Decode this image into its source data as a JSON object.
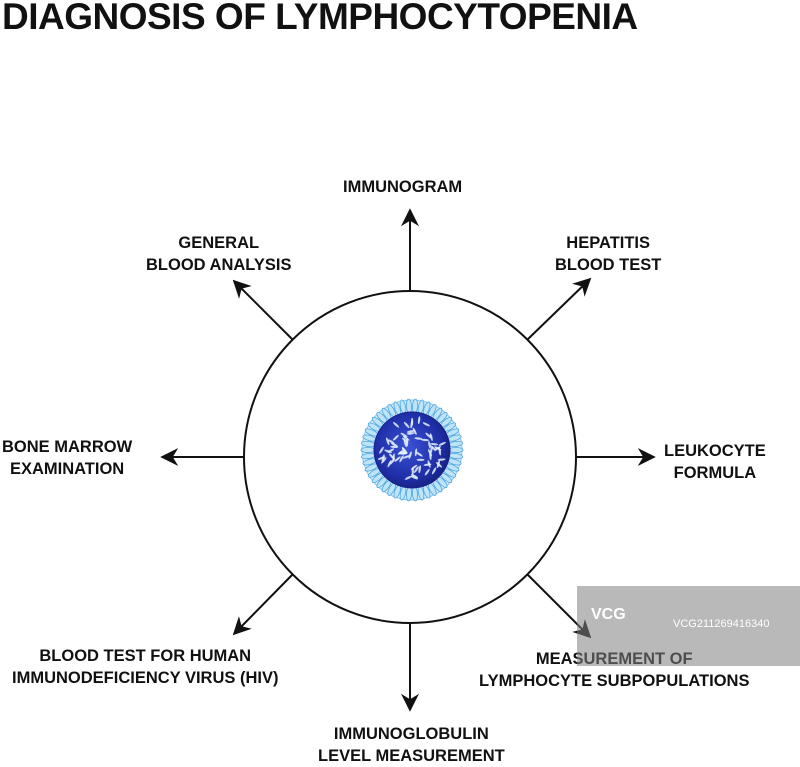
{
  "title": "DIAGNOSIS OF LYMPHOCYTOPENIA",
  "labels": {
    "immunogram": [
      "IMMUNOGRAM"
    ],
    "general_blood": [
      "GENERAL",
      "BLOOD ANALYSIS"
    ],
    "hepatitis": [
      "HEPATITIS",
      "BLOOD TEST"
    ],
    "bone_marrow": [
      "BONE MARROW",
      "EXAMINATION"
    ],
    "leukocyte": [
      "LEUKOCYTE",
      "FORMULA"
    ],
    "hiv": [
      "BLOOD TEST FOR HUMAN",
      "IMMUNODEFICIENCY VIRUS (HIV)"
    ],
    "lymphocyte_sub": [
      "MEASUREMENT OF",
      "LYMPHOCYTE SUBPOPULATIONS"
    ],
    "immunoglobulin": [
      "IMMUNOGLOBULIN",
      "LEVEL MEASUREMENT"
    ]
  },
  "watermark": {
    "logo": "VCG",
    "id": "VCG211269416340"
  },
  "colors": {
    "cell_dark": "#1a1f8c",
    "cell_mid": "#2f47c8",
    "cell_light": "#7fc8f0",
    "line": "#111111"
  }
}
